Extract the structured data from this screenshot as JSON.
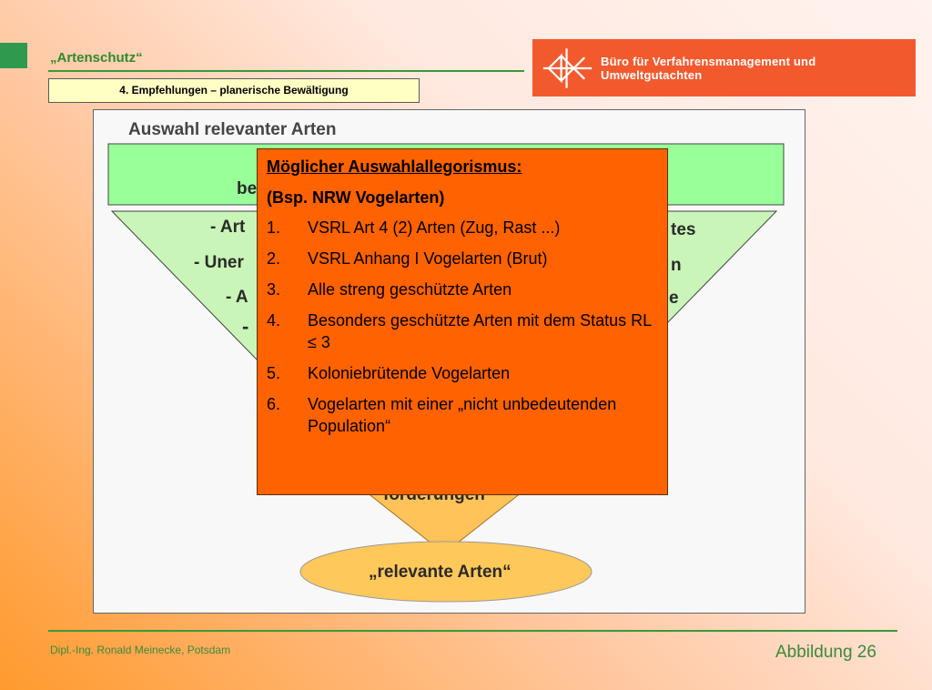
{
  "header": {
    "title": "„Artenschutz“",
    "subtitle": "4. Empfehlungen – planerische Bewältigung"
  },
  "logo": {
    "text": "Büro für Verfahrensmanagement und Umweltgutachten",
    "color": "#f25a2e"
  },
  "figure": {
    "heading": "Auswahl relevanter Arten",
    "fragments": {
      "be": "be",
      "dash_art": "- Art",
      "tes": "tes",
      "dash_uner": "- Uner",
      "n": "n",
      "dash_a": "- A",
      "e": "e",
      "dash": "-",
      "forderungen": "forderungen"
    },
    "ellipse_label": "„relevante Arten“"
  },
  "overlay": {
    "heading": "Möglicher Auswahlallegorismus",
    "heading_colon": ":",
    "subheading": "(Bsp. NRW Vogelarten)",
    "items": [
      {
        "num": "1.",
        "text": "VSRL Art 4 (2) Arten (Zug, Rast ...)"
      },
      {
        "num": "2.",
        "text": "VSRL Anhang I Vogelarten (Brut)"
      },
      {
        "num": "3.",
        "text": "Alle streng geschützte Arten"
      },
      {
        "num": "4.",
        "text": "Besonders geschützte Arten mit dem Status RL ≤ 3"
      },
      {
        "num": "5.",
        "text": "Koloniebrütende Vogelarten"
      },
      {
        "num": "6.",
        "text": "Vogelarten mit einer „nicht unbedeutenden Population“"
      }
    ],
    "color": "#ff6200"
  },
  "footer": {
    "author": "Dipl.-Ing. Ronald Meinecke, Potsdam",
    "figure_label": "Abbildung 26"
  }
}
